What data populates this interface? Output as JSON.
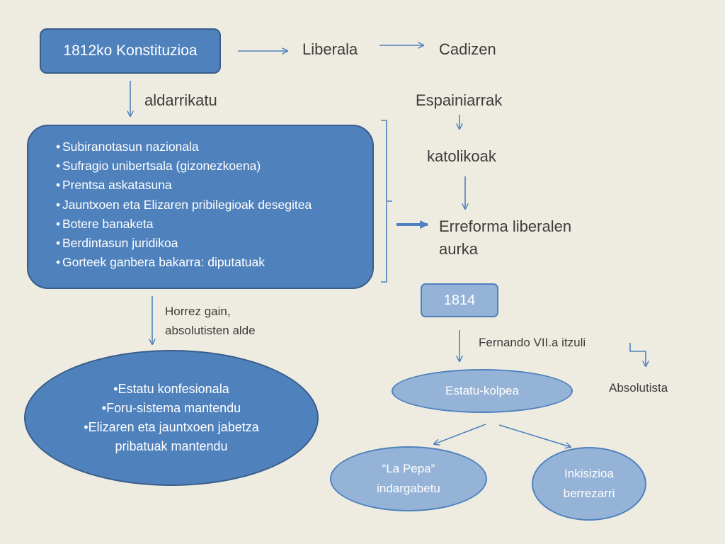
{
  "main": {
    "title": "1812ko Konstituzioa",
    "liberala": "Liberala",
    "cadizen": "Cadizen",
    "aldarrikatu": "aldarrikatu",
    "espainiarrak": "Espainiarrak",
    "katolikoak": "katolikoak",
    "erreforma_line1": "Erreforma liberalen",
    "erreforma_line2": "aurka"
  },
  "principles": [
    "Subiranotasun nazionala",
    "Sufragio unibertsala (gizonezkoena)",
    "Prentsa askatasuna",
    "Jauntxoen eta Elizaren pribilegioak desegitea",
    "Botere banaketa",
    "Berdintasun juridikoa",
    "Gorteek ganbera bakarra: diputatuak"
  ],
  "absolutist_note": {
    "line1": "Horrez gain,",
    "line2": "absolutisten alde"
  },
  "absolutist_items": [
    "Estatu konfesionala",
    "Foru-sistema mantendu",
    "Elizaren eta jauntxoen jabetza pribatuak mantendu"
  ],
  "restoration": {
    "year": "1814",
    "return": "Fernando VII.a itzuli",
    "absolutista": "Absolutista",
    "coup": "Estatu-kolpea",
    "pepa_line1": "“La Pepa”",
    "pepa_line2": "indargabetu",
    "inquisition_line1": "Inkisizioa",
    "inquisition_line2": "berrezarri"
  },
  "colors": {
    "dark_node": "#4f81bd",
    "light_node": "#95b3d7",
    "arrow": "#4f81bd",
    "background": "#eeece1"
  }
}
